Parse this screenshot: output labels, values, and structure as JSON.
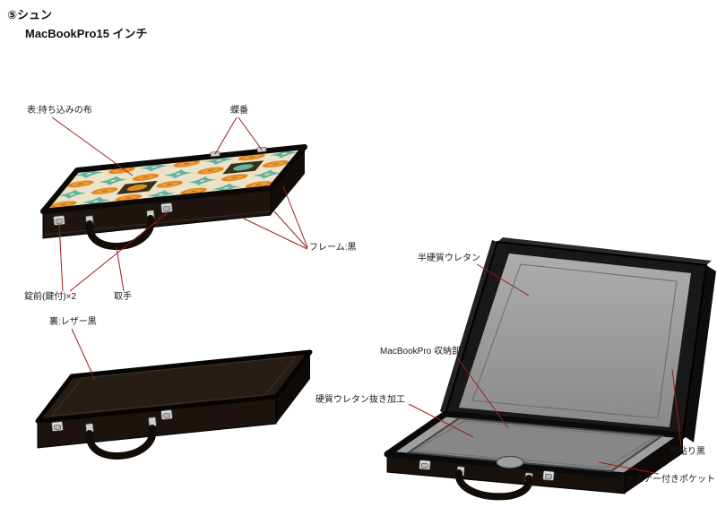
{
  "header": {
    "title": "⑤シュン",
    "subtitle": "MacBookPro15 インチ"
  },
  "diagram": {
    "labels": {
      "fabric": "表:持ち込みの布",
      "hinge": "蝶番",
      "frame": "フレーム:黒",
      "locks": "錠前(鍵付)×2",
      "handle": "取手",
      "back": "裏:レザー黒",
      "urethane_semi": "半硬質ウレタン",
      "storage": "MacBookPro 収納部",
      "urethane_cut": "硬質ウレタン抜き加工",
      "cloth_black": "布貼り黒",
      "zip_pocket": "ファスナー付きポケット"
    },
    "colors": {
      "leader_line": "#9b1c1c",
      "frame_black": "#0b0805",
      "leather_dark": "#241c16",
      "fabric_cream": "#ece2c8",
      "fabric_orange": "#e0861f",
      "fabric_teal": "#5fb3a1",
      "interior_gray": "#9f9f9f",
      "recess_gray": "#878787",
      "metal": "#d8d8d8"
    }
  }
}
